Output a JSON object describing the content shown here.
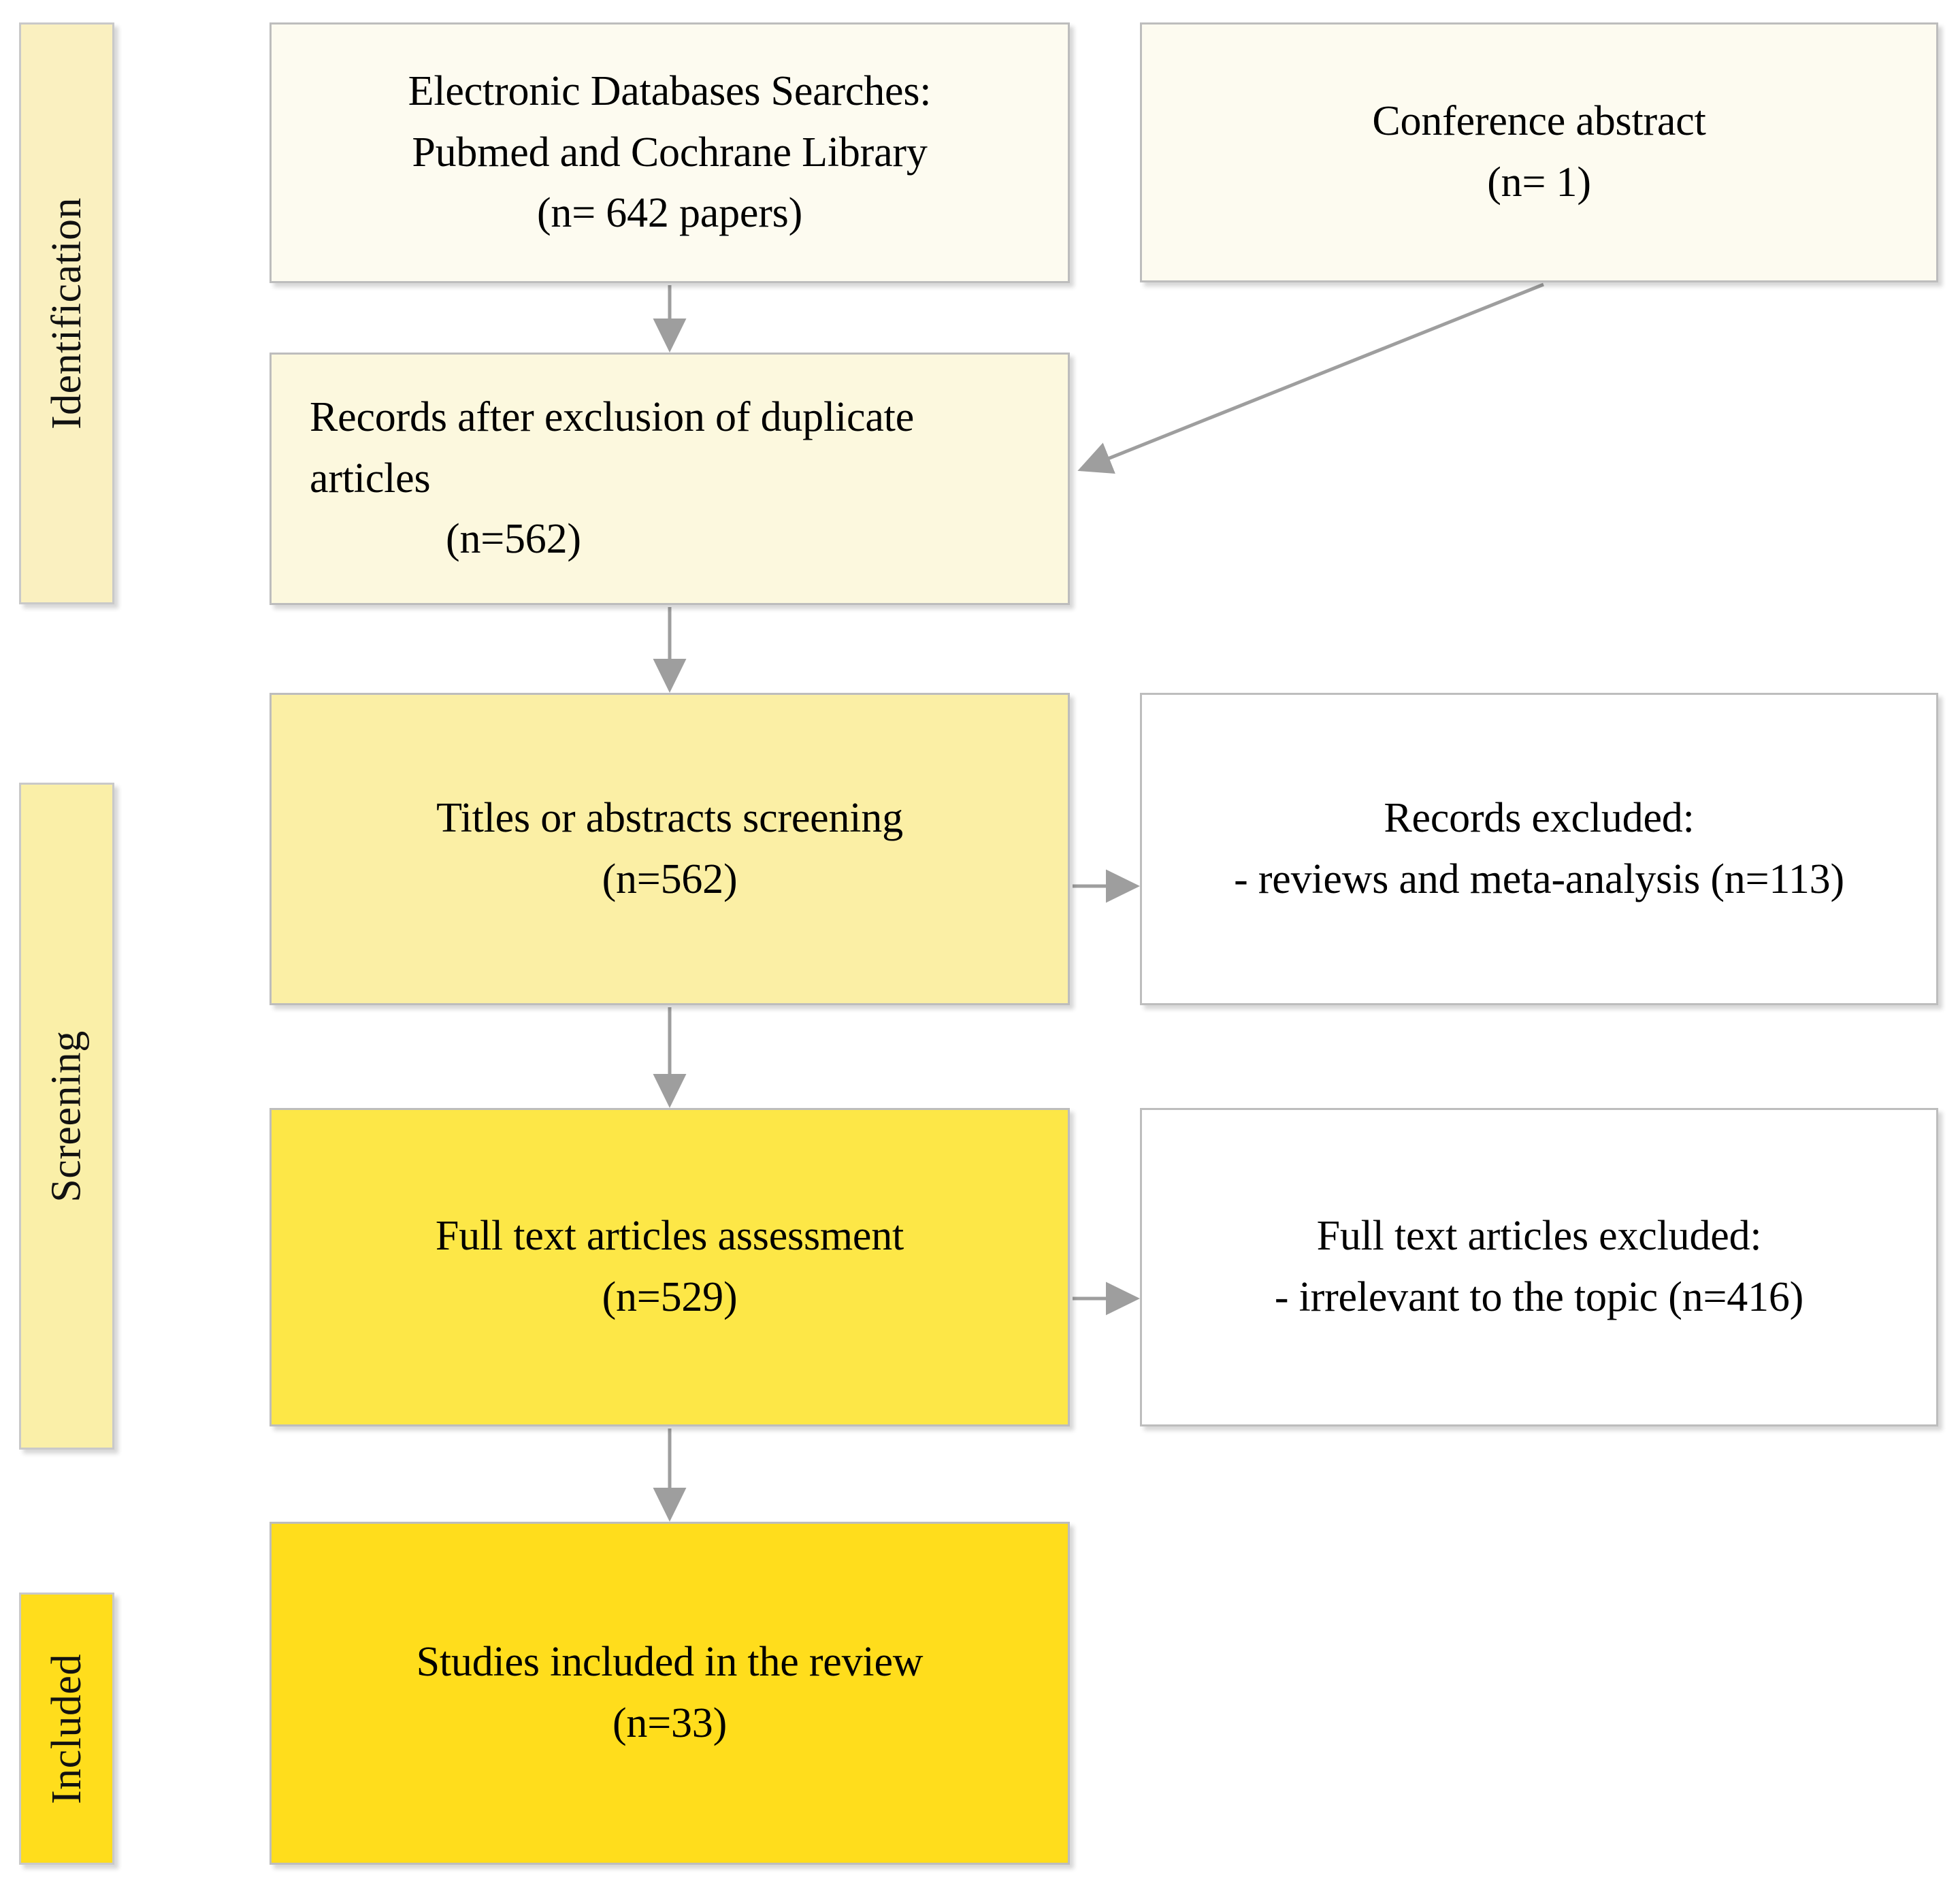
{
  "diagram": {
    "type": "prisma-flow-diagram",
    "stages": [
      {
        "id": "identification",
        "label": "Identification",
        "fill": "#FAF0C0"
      },
      {
        "id": "screening",
        "label": "Screening",
        "fill": "#FAEFA8"
      },
      {
        "id": "included",
        "label": "Included",
        "fill": "#FFDD1C"
      }
    ],
    "boxes": {
      "databases": {
        "line1": "Electronic Databases Searches:",
        "line2": "Pubmed and Cochrane Library",
        "line3": "(n= 642 papers)",
        "fill": "#FDFBF0"
      },
      "conference": {
        "line1": "Conference abstract",
        "line2": "(n= 1)",
        "fill": "#FDFBF0"
      },
      "deduplicated": {
        "line1": "Records after exclusion of duplicate",
        "line2": "articles",
        "line3": "(n=562)",
        "fill": "#FCF8DE"
      },
      "title_abstract_screening": {
        "line1": "Titles or abstracts screening",
        "line2": "(n=562)",
        "fill": "#FBEFA5"
      },
      "records_excluded": {
        "line1": "Records excluded:",
        "line2": "- reviews and meta-analysis (n=113)",
        "fill": "#FFFFFF"
      },
      "fulltext_assessment": {
        "line1": "Full text articles assessment",
        "line2": "(n=529)",
        "fill": "#FDE747"
      },
      "fulltext_excluded": {
        "line1": "Full text articles excluded:",
        "line2": "- irrelevant to the topic (n=416)",
        "fill": "#FFFFFF"
      },
      "studies_included": {
        "line1": "Studies included in the review",
        "line2": "(n=33)",
        "fill": "#FFDD1C"
      }
    },
    "counts": {
      "database_records": 642,
      "conference_abstracts": 1,
      "after_duplicates": 562,
      "title_abstract_screened": 562,
      "records_excluded_reviews_meta": 113,
      "fulltext_assessed": 529,
      "fulltext_excluded_irrelevant": 416,
      "studies_included": 33
    },
    "arrow_color": "#9e9e9e"
  }
}
